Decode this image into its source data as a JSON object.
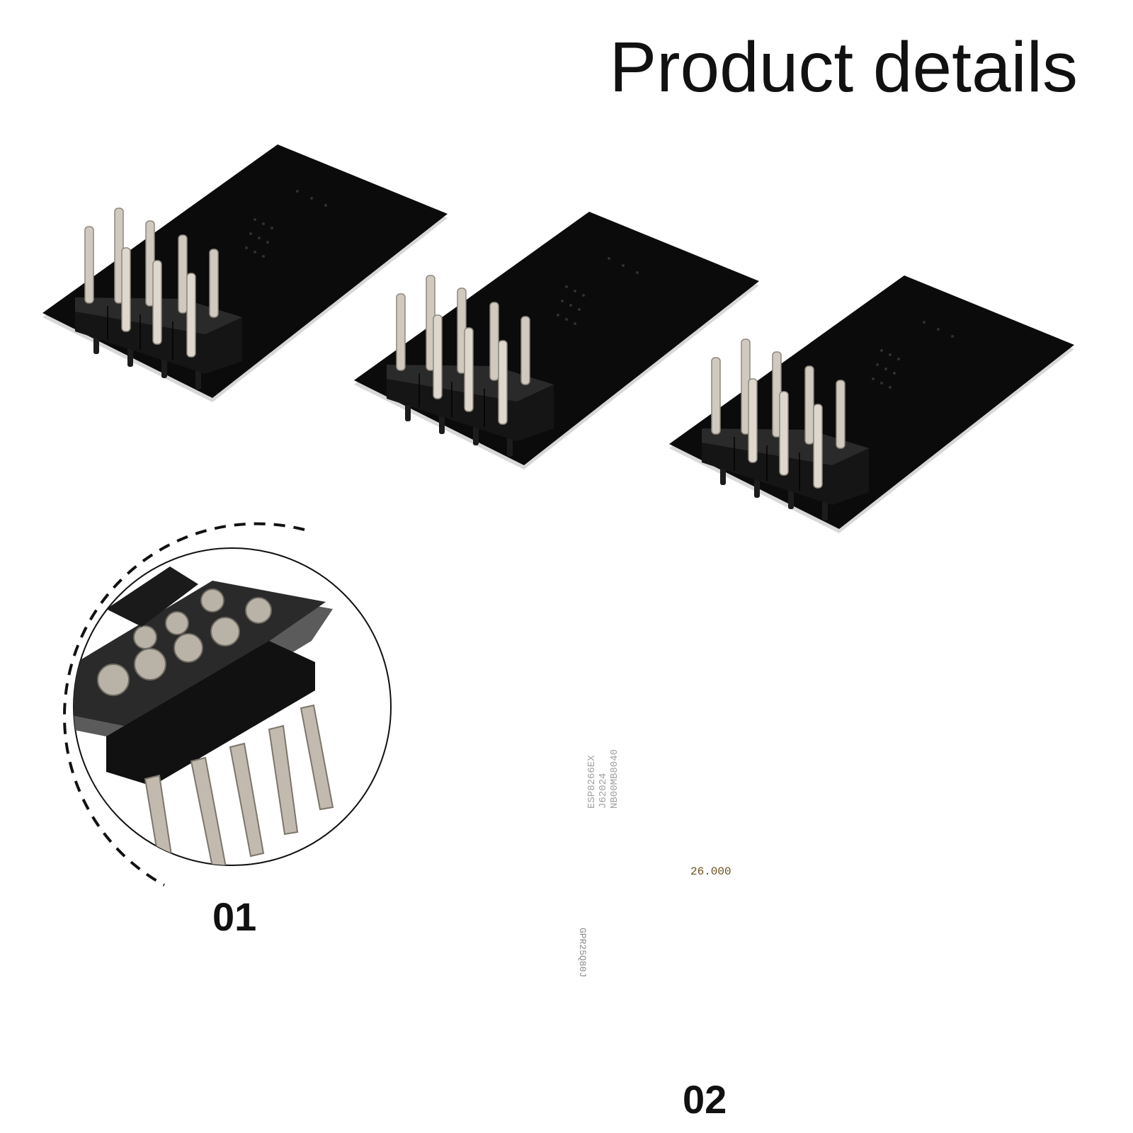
{
  "header": {
    "title": "Product details"
  },
  "product": {
    "module_count": 3,
    "header_pins": 8,
    "colors": {
      "pcb": "#0b0b0c",
      "pcb_edge": "#cfcfcf",
      "pin": "#c9c3b8",
      "header_plastic": "#1a1a1a",
      "antenna_copper": "#b48a3c"
    }
  },
  "details": [
    {
      "label": "01",
      "subject": "pin-header-closeup"
    },
    {
      "label": "02",
      "subject": "chip-and-antenna-closeup"
    }
  ],
  "chip_markings": {
    "mcu": "ESP8266EX",
    "mcu_line2": "J62024",
    "mcu_line3": "NB00MB8040",
    "crystal": "26.000",
    "flash": "GPR25Q80J"
  }
}
